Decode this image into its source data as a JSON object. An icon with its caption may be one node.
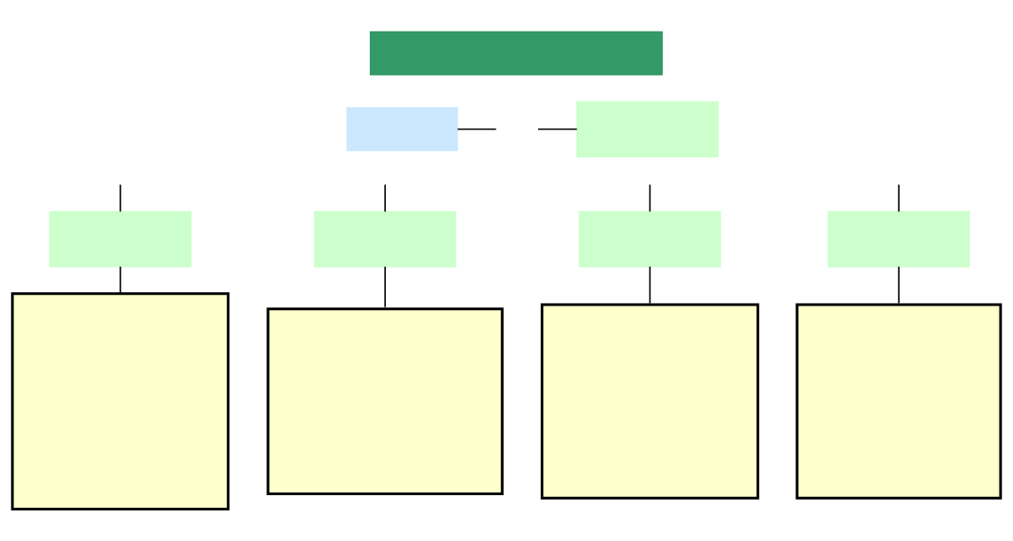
{
  "diagram": {
    "nodes": [
      {
        "text": [],
        "shape": "box"
      },
      {
        "text": [],
        "shape": "box"
      },
      {
        "text": [],
        "shape": "box"
      },
      {
        "text": [],
        "shape": "box"
      },
      {
        "text": [],
        "shape": "box"
      },
      {
        "text": [],
        "shape": "box"
      },
      {
        "text": [],
        "shape": "box"
      },
      {
        "text": [],
        "shape": "box"
      },
      {
        "text": [],
        "shape": "box"
      },
      {
        "text": [],
        "shape": "box"
      },
      {
        "text": [],
        "shape": "box"
      }
    ],
    "edges": [
      {
        "from": null,
        "to": 1,
        "arrow": "none"
      },
      {
        "from": null,
        "to": 2,
        "arrow": "none"
      },
      {
        "from": null,
        "to": 3,
        "arrow": "none"
      },
      {
        "from": null,
        "to": 4,
        "arrow": "none"
      },
      {
        "from": null,
        "to": 5,
        "arrow": "none"
      },
      {
        "from": null,
        "to": 6,
        "arrow": "none"
      },
      {
        "from": 3,
        "to": 7,
        "arrow": "none"
      },
      {
        "from": 4,
        "to": 8,
        "arrow": "none"
      },
      {
        "from": 5,
        "to": 9,
        "arrow": "none"
      },
      {
        "from": 6,
        "to": 10,
        "arrow": "none"
      }
    ]
  }
}
